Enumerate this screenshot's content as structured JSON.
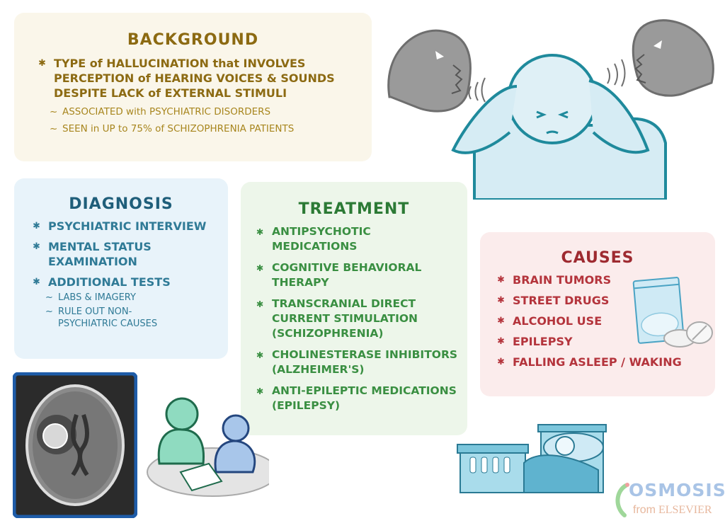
{
  "background": {
    "title": "BACKGROUND",
    "bullets": [
      "TYPE of HALLUCINATION that INVOLVES PERCEPTION of HEARING VOICES & SOUNDS DESPITE LACK of EXTERNAL STIMULI"
    ],
    "sub": [
      "ASSOCIATED with PSYCHIATRIC DISORDERS",
      "SEEN in UP to 75% of SCHIZOPHRENIA PATIENTS"
    ]
  },
  "diagnosis": {
    "title": "DIAGNOSIS",
    "bullets": [
      "PSYCHIATRIC INTERVIEW",
      "MENTAL STATUS EXAMINATION",
      "ADDITIONAL TESTS"
    ],
    "sub": [
      "LABS & IMAGERY",
      "RULE OUT NON-PSYCHIATRIC CAUSES"
    ]
  },
  "treatment": {
    "title": "TREATMENT",
    "bullets": [
      "ANTIPSYCHOTIC MEDICATIONS",
      "COGNITIVE BEHAVIORAL THERAPY",
      "TRANSCRANIAL DIRECT CURRENT STIMULATION (SCHIZOPHRENIA)",
      "CHOLINESTERASE INHIBITORS (ALZHEIMER'S)",
      "ANTI-EPILEPTIC MEDICATIONS (EPILEPSY)"
    ]
  },
  "causes": {
    "title": "CAUSES",
    "bullets": [
      "BRAIN TUMORS",
      "STREET DRUGS",
      "ALCOHOL USE",
      "EPILEPSY",
      "FALLING ASLEEP / WAKING"
    ]
  },
  "logo": {
    "brand": "OSMOSIS",
    "from": "from",
    "company": "ELSEVIER"
  },
  "colors": {
    "background": "#8c6a12",
    "diagnosis": "#1f5e7a",
    "treatment": "#2c7a35",
    "causes": "#9e2a30"
  }
}
